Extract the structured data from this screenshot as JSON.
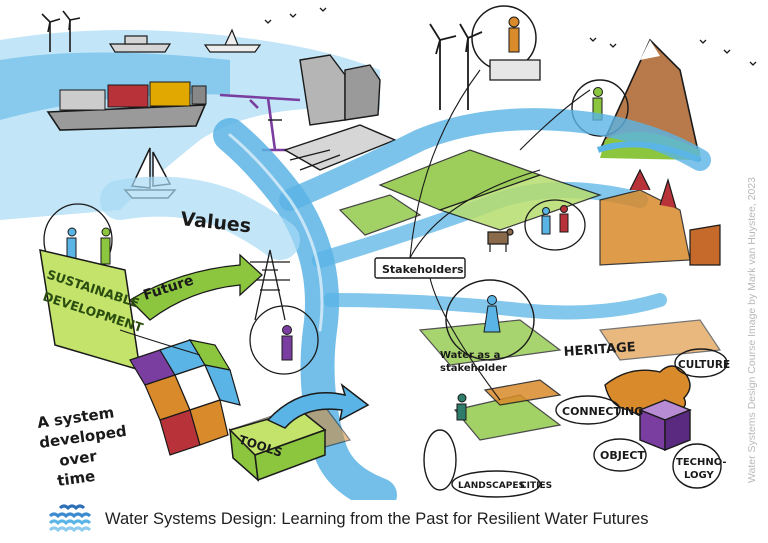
{
  "illustration": {
    "labels": {
      "values": "Values",
      "future": "Future",
      "sustainable_line1": "SUSTAINABLE",
      "sustainable_line2": "DEVELOPMENT",
      "stakeholders": "Stakeholders",
      "water_stakeholder_line1": "Water as a",
      "water_stakeholder_line2": "stakeholder",
      "heritage": "HERITAGE",
      "culture": "CULTURE",
      "connecting": "CONNECTING",
      "object": "OBJECT",
      "technology_line1": "TECHNO-",
      "technology_line2": "LOGY",
      "tools": "TOOLS",
      "landscapes": "LANDSCAPES",
      "cities": "CITIES",
      "system_line1": "A system",
      "system_line2": "developed",
      "system_line3": "over",
      "system_line4": "time"
    },
    "icons": [
      "ship-icon",
      "wind-turbine-icon",
      "sailboat-icon",
      "crane-icon",
      "mountain-icon",
      "person-icon",
      "pylon-icon",
      "cow-icon",
      "puzzle-icon",
      "cube-icon",
      "water-waves-logo-icon"
    ],
    "colors": {
      "water": "#5ab4e5",
      "water_light": "#a8daf5",
      "grass": "#8cc63f",
      "earth": "#d98a2b",
      "container_red": "#b8323a",
      "purple": "#7a3ea0",
      "ink": "#1a1a1a"
    }
  },
  "footer": {
    "title": "Water Systems Design: Learning from the Past for Resilient Water Futures"
  },
  "credit": "Water Systems Design Course Image by Mark van Huystee, 2023"
}
